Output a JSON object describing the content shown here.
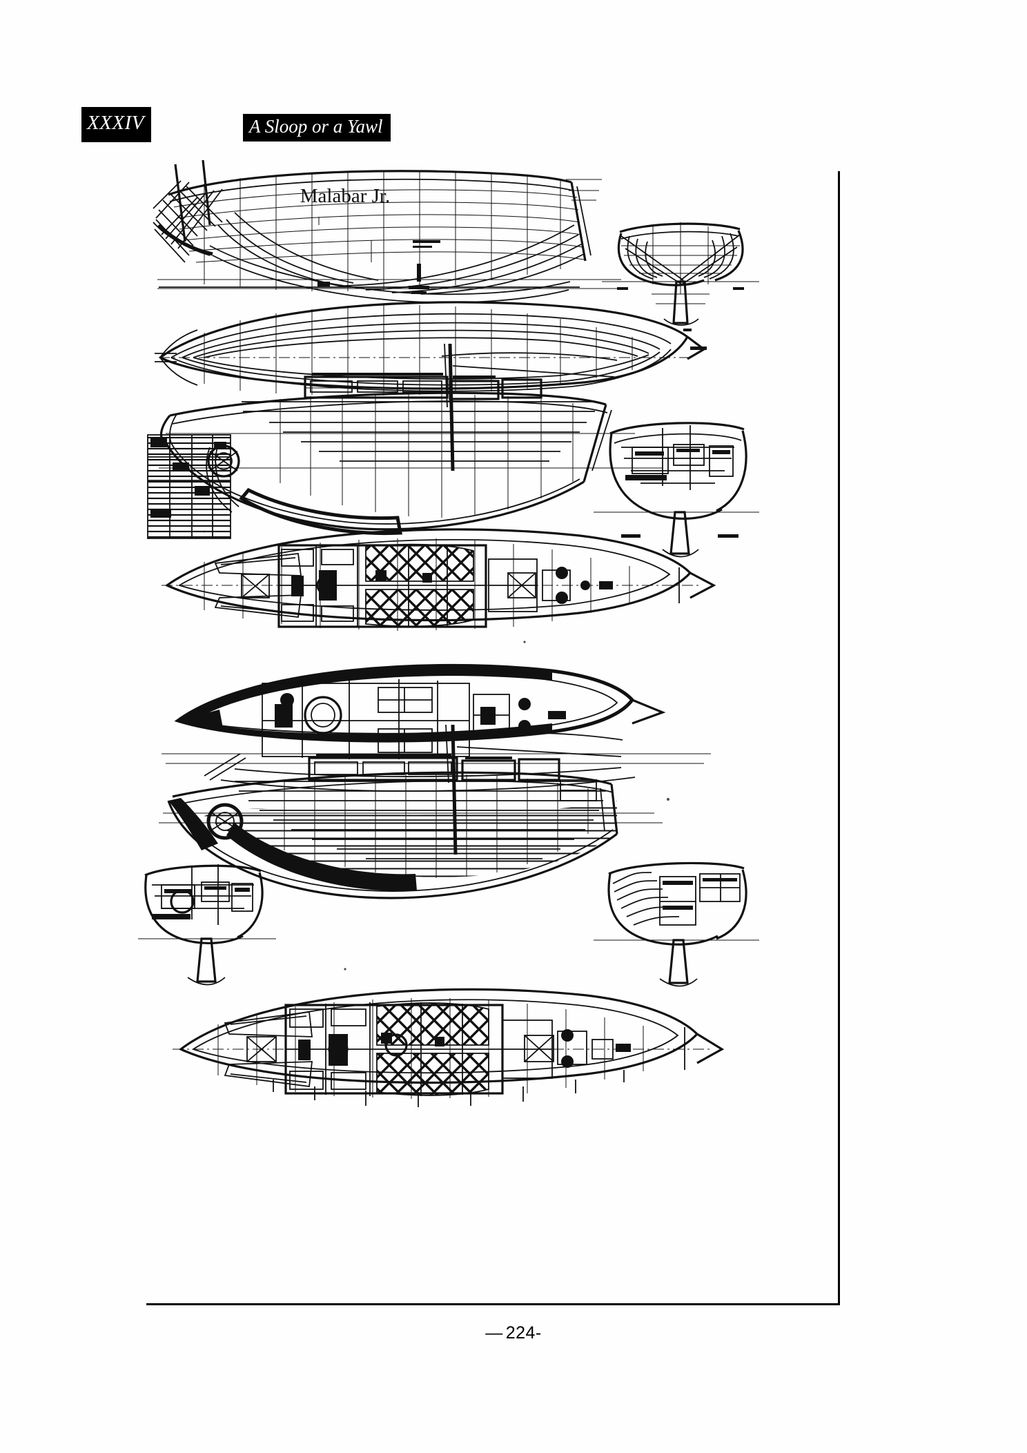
{
  "document": {
    "type": "scanned-book-page",
    "page_number_label": "— 224-",
    "background_color": "#ffffff",
    "ink_color": "#111111"
  },
  "header": {
    "chapter_number": "XXXIV",
    "chapter_title": "A Sloop or a Yawl",
    "badge_background": "#000000",
    "badge_text_color": "#ffffff"
  },
  "figure": {
    "caption": "Malabar Jr.",
    "subject": "Malabar Jr.",
    "drawing_type": "naval architecture plate",
    "panels": [
      {
        "id": "lines-plan",
        "name": "lines-plan-sheer-and-half-breadth",
        "views": [
          "sheer plan",
          "body plan",
          "half-breadth plan"
        ]
      },
      {
        "id": "construction-plan",
        "name": "construction-profile-and-deck-plan",
        "views": [
          "construction profile",
          "midship section",
          "deck plan"
        ]
      },
      {
        "id": "accommodation-plan",
        "name": "inboard-profile-and-accommodation-plan",
        "views": [
          "cabin plan",
          "inboard profile",
          "sail plan section",
          "accommodation plan"
        ]
      }
    ]
  },
  "footer": {
    "dash": "—",
    "page": "224-"
  }
}
